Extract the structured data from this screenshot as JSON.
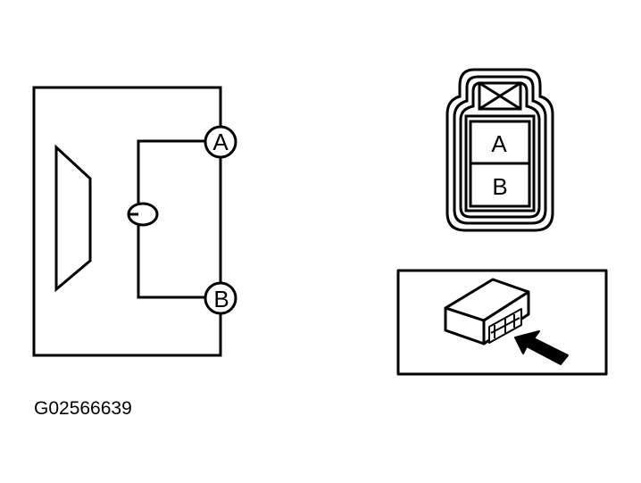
{
  "diagram": {
    "reference_code": "G02566639",
    "schematic": {
      "terminal_a_label": "A",
      "terminal_b_label": "B"
    },
    "connector_face": {
      "cavity_a_label": "A",
      "cavity_b_label": "B"
    },
    "locator_inset": {
      "arrow_icon": "arrow-pointer-icon",
      "component_icon": "module-box-icon"
    },
    "colors": {
      "line": "#000000",
      "background": "#ffffff"
    }
  }
}
